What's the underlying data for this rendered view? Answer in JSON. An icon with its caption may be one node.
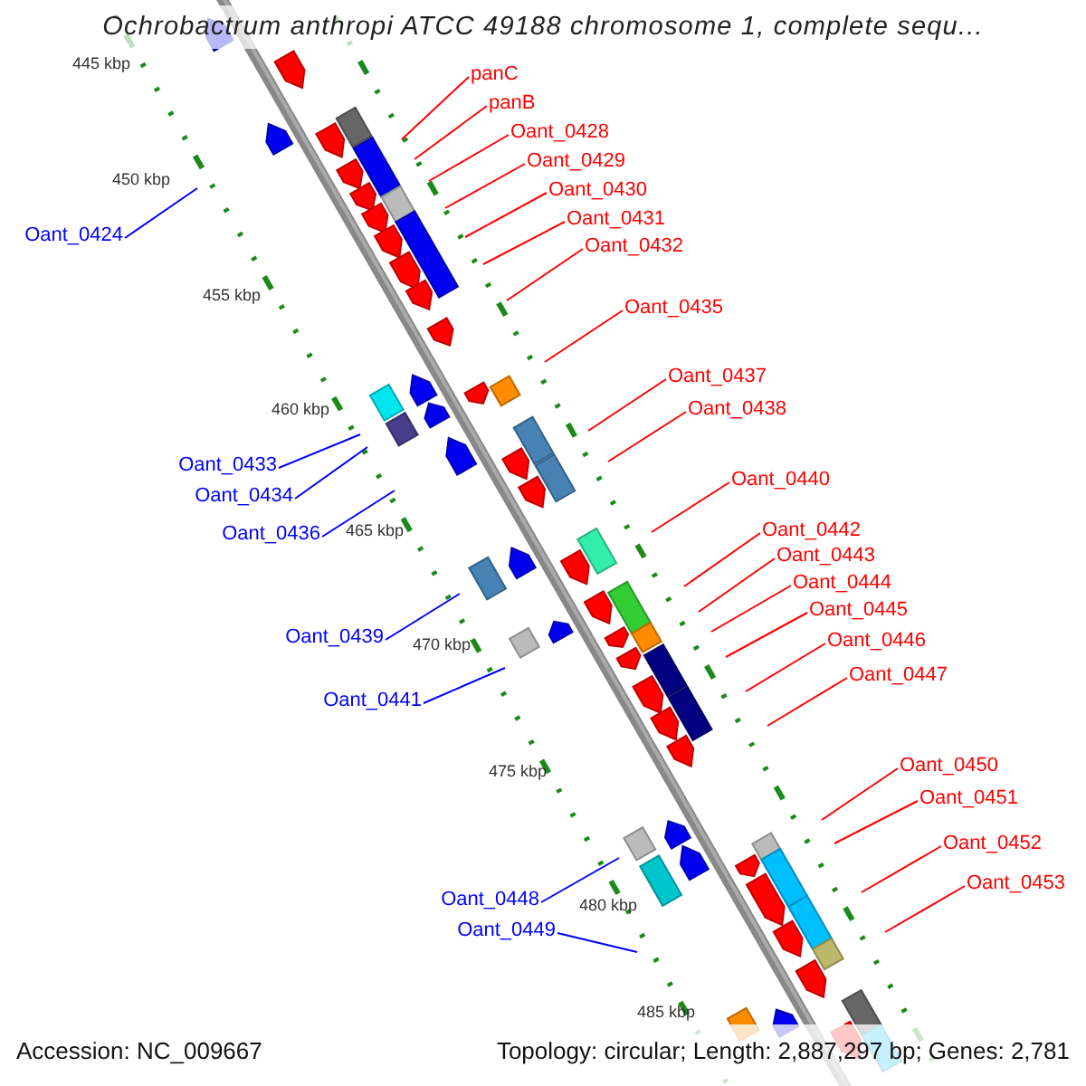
{
  "diagram": {
    "title": "Ochrobactrum anthropi ATCC 49188 chromosome 1, complete sequ...",
    "nodes": [
      {
        "text": [
          "panC"
        ]
      },
      {
        "text": [
          "panB"
        ]
      },
      {
        "text": [
          "Oant_0428"
        ]
      },
      {
        "text": [
          "Oant_0429"
        ]
      },
      {
        "text": [
          "Oant_0430"
        ]
      },
      {
        "text": [
          "Oant_0431"
        ]
      },
      {
        "text": [
          "Oant_0424"
        ]
      },
      {
        "text": [
          "Oant_0432"
        ]
      },
      {
        "text": [
          "Oant_0435"
        ]
      },
      {
        "text": [
          "Oant_0437"
        ]
      },
      {
        "text": [
          "Oant_0438"
        ]
      },
      {
        "text": [
          "Oant_0433"
        ]
      },
      {
        "text": [
          "Oant_0440"
        ]
      },
      {
        "text": [
          "Oant_0434"
        ]
      },
      {
        "text": [
          "Oant_0442"
        ]
      },
      {
        "text": [
          "Oant_0436"
        ]
      },
      {
        "text": [
          "Oant_0443"
        ]
      },
      {
        "text": [
          "Oant_0444"
        ]
      },
      {
        "text": [
          "Oant_0445"
        ]
      },
      {
        "text": [
          "Oant_0439"
        ]
      },
      {
        "text": [
          "Oant_0446"
        ]
      },
      {
        "text": [
          "Oant_0447"
        ]
      },
      {
        "text": [
          "Oant_0441"
        ]
      },
      {
        "text": [
          "Oant_0450"
        ]
      },
      {
        "text": [
          "Oant_0451"
        ]
      },
      {
        "text": [
          "Oant_0452"
        ]
      },
      {
        "text": [
          "Oant_0453"
        ]
      },
      {
        "text": [
          "Oant_0448"
        ]
      },
      {
        "text": [
          "Oant_0449"
        ]
      }
    ],
    "edges": [
      {
        "from": 0,
        "to": null,
        "arrow": "none"
      },
      {
        "from": 1,
        "to": null,
        "arrow": "none"
      },
      {
        "from": 2,
        "to": null,
        "arrow": "none"
      },
      {
        "from": 3,
        "to": null,
        "arrow": "none"
      },
      {
        "from": 4,
        "to": null,
        "arrow": "none"
      },
      {
        "from": 5,
        "to": null,
        "arrow": "none"
      },
      {
        "from": 6,
        "to": null,
        "arrow": "none",
        "color": "#0000ff"
      },
      {
        "from": 7,
        "to": null,
        "arrow": "none"
      },
      {
        "from": 8,
        "to": null,
        "arrow": "none"
      },
      {
        "from": 9,
        "to": null,
        "arrow": "none"
      },
      {
        "from": 10,
        "to": null,
        "arrow": "none"
      },
      {
        "from": 11,
        "to": null,
        "arrow": "none",
        "color": "#0000ff"
      },
      {
        "from": 12,
        "to": null,
        "arrow": "none"
      },
      {
        "from": 13,
        "to": null,
        "arrow": "none",
        "color": "#0000ff"
      },
      {
        "from": 14,
        "to": null,
        "arrow": "none"
      },
      {
        "from": 15,
        "to": null,
        "arrow": "none",
        "color": "#0000ff"
      },
      {
        "from": 16,
        "to": null,
        "arrow": "none"
      },
      {
        "from": 17,
        "to": null,
        "arrow": "none"
      },
      {
        "from": 18,
        "to": null,
        "arrow": "none"
      },
      {
        "from": 19,
        "to": null,
        "arrow": "none",
        "color": "#0000ff"
      },
      {
        "from": 20,
        "to": null,
        "arrow": "none"
      },
      {
        "from": 21,
        "to": null,
        "arrow": "none"
      },
      {
        "from": 22,
        "to": null,
        "arrow": "none",
        "color": "#0000ff"
      },
      {
        "from": 23,
        "to": null,
        "arrow": "none"
      },
      {
        "from": 24,
        "to": null,
        "arrow": "none"
      },
      {
        "from": 25,
        "to": null,
        "arrow": "none"
      },
      {
        "from": 26,
        "to": null,
        "arrow": "none"
      },
      {
        "from": 27,
        "to": null,
        "arrow": "none",
        "color": "#0000ff"
      },
      {
        "from": 28,
        "to": null,
        "arrow": "none",
        "color": "#0000ff"
      }
    ],
    "labels": [
      "445 kbp",
      "450 kbp",
      "455 kbp",
      "460 kbp",
      "465 kbp",
      "470 kbp",
      "475 kbp",
      "480 kbp",
      "485 kbp",
      "Accession: NC_009667",
      "Topology: circular; Length: 2,887,297 bp; Genes: 2,781"
    ]
  }
}
